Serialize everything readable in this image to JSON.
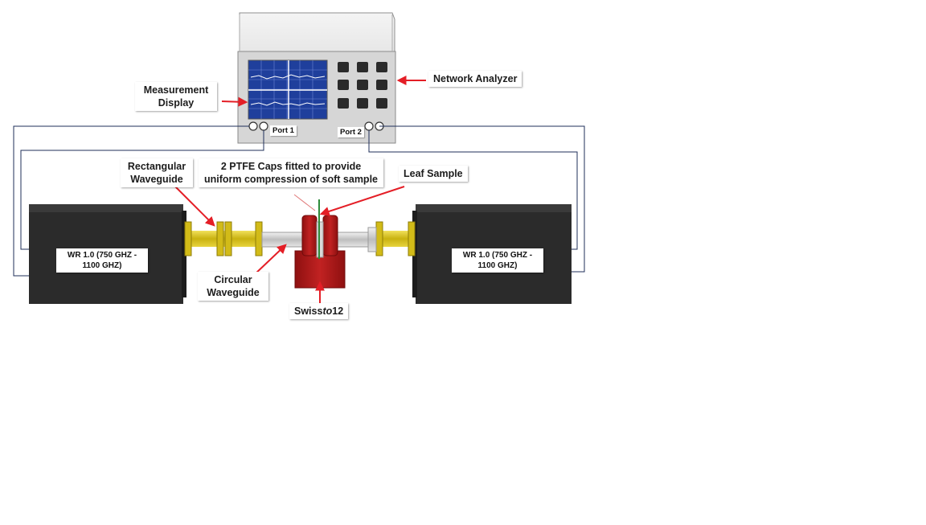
{
  "labels": {
    "measurement_display_line1": "Measurement",
    "measurement_display_line2": "Display",
    "network_analyzer": "Network Analyzer",
    "port1": "Port 1",
    "port2": "Port 2",
    "rectangular_waveguide_line1": "Rectangular",
    "rectangular_waveguide_line2": "Waveguide",
    "ptfe_caps_line1": "2 PTFE Caps fitted to provide",
    "ptfe_caps_line2": "uniform compression of soft sample",
    "leaf_sample": "Leaf Sample",
    "circular_waveguide_line1": "Circular",
    "circular_waveguide_line2": "Waveguide",
    "swissto12_prefix": "Swiss",
    "swissto12_italic": "to",
    "swissto12_suffix": "12",
    "left_module_line1": "WR 1.0 (750 GHZ -",
    "left_module_line2": "1100 GHZ)",
    "right_module_line1": "WR 1.0 (750 GHZ -",
    "right_module_line2": "1100 GHZ)"
  },
  "colors": {
    "arrow": "#e41e26",
    "cable": "#1f2f5a",
    "module_body": "#2b2b2b",
    "waveguide_yellow": "#d8c21a",
    "holder_red": "#b51d1d",
    "analyzer_case": "#e6e6e6",
    "screen_bg": "#1f3f9c"
  },
  "icons": [
    "network-analyzer-icon",
    "frequency-extender-module-icon",
    "sample-holder-icon"
  ]
}
